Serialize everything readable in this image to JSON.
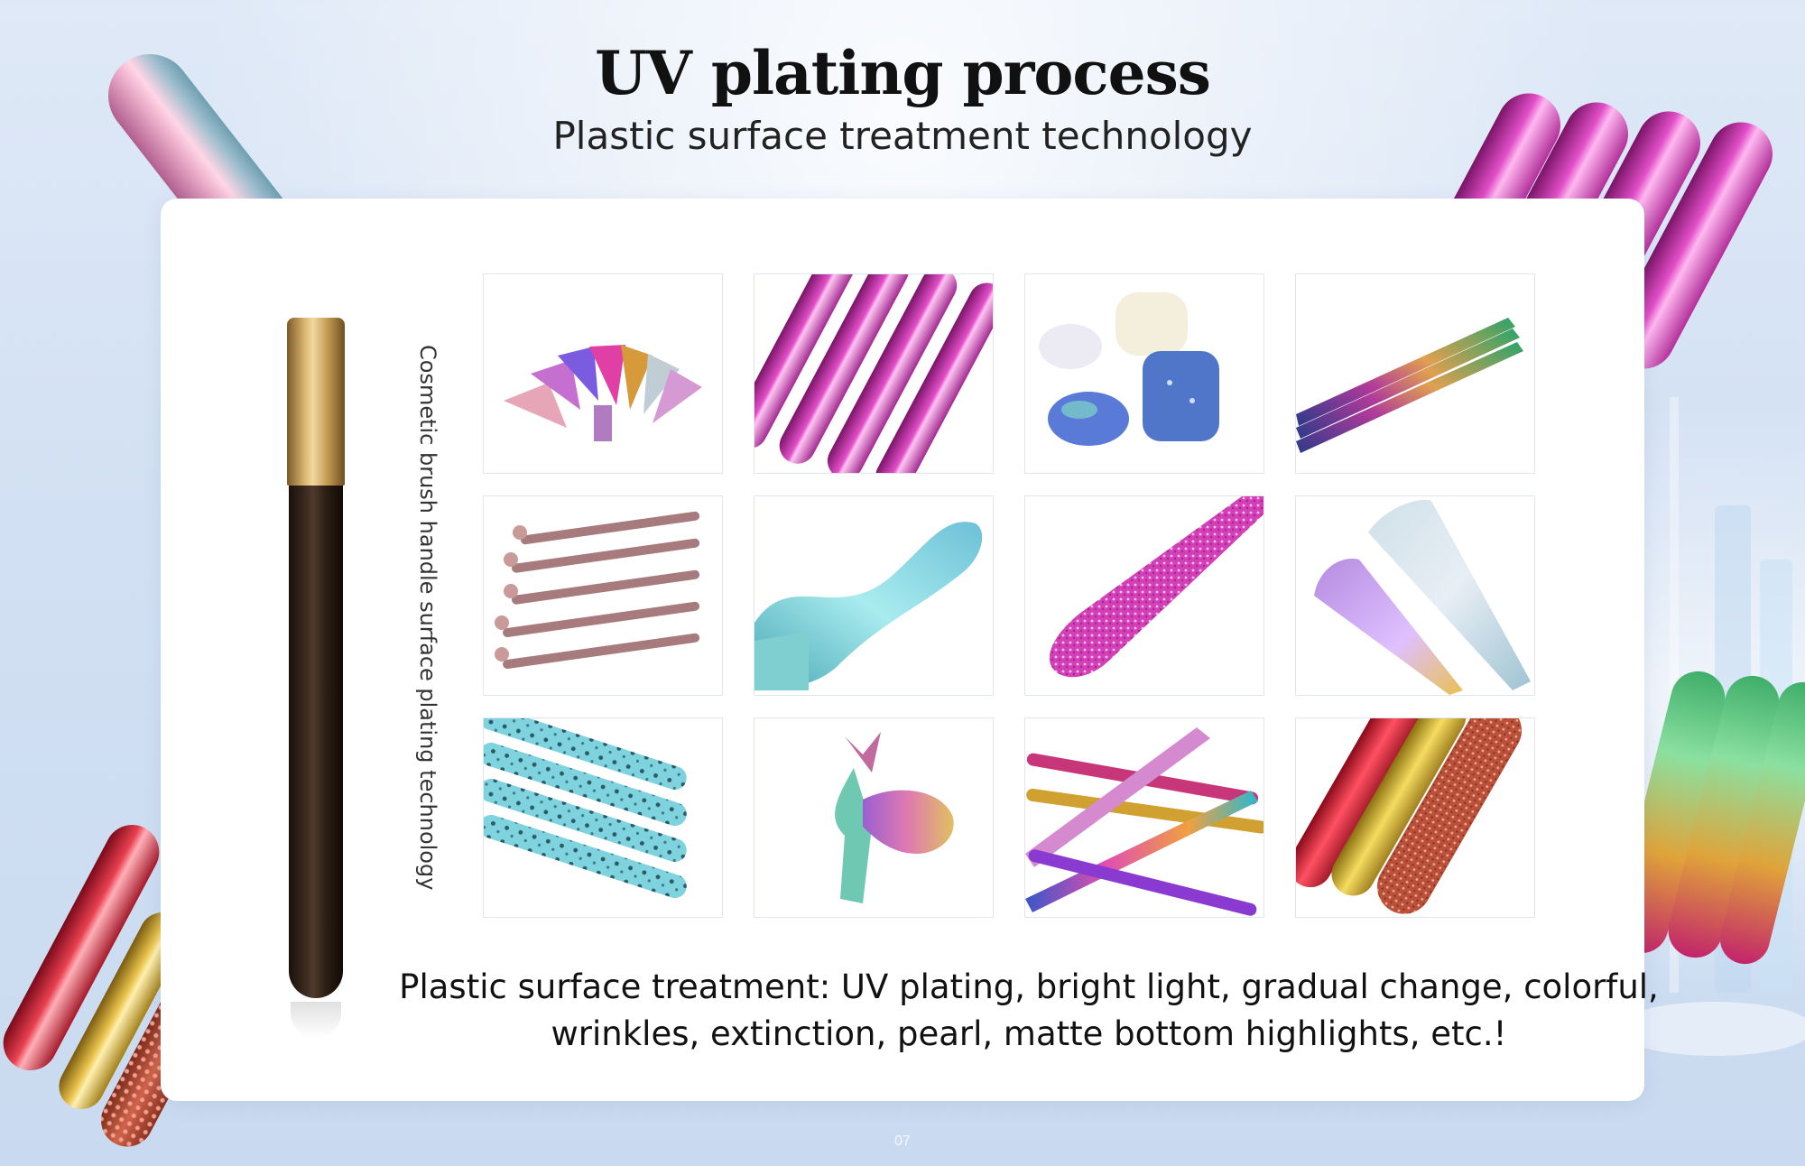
{
  "header": {
    "title": "UV plating process",
    "subtitle": "Plastic surface treatment technology"
  },
  "card": {
    "side_caption": "Cosmetic brush handle surface plating technology",
    "description_line1": "Plastic surface treatment: UV plating, bright light, gradual change, colorful,",
    "description_line2": "wrinkles, extinction, pearl, matte bottom highlights, etc.!"
  },
  "footer": {
    "page_number": "07"
  },
  "colors": {
    "background": "#d2e0f3",
    "card": "#ffffff",
    "title": "#111111",
    "pink_chrome": "#d23fb6",
    "teal_chrome": "#5fc9c9",
    "gold": "#d9b46e"
  },
  "gallery": {
    "tiles": [
      {
        "icon": "mermaid-brush-set-icon"
      },
      {
        "icon": "pink-chrome-handles-icon"
      },
      {
        "icon": "pearl-cases-icon"
      },
      {
        "icon": "gradient-handles-icon"
      },
      {
        "icon": "rose-gold-handles-icon"
      },
      {
        "icon": "teal-curved-handle-icon"
      },
      {
        "icon": "pink-glitter-handle-icon"
      },
      {
        "icon": "holographic-cones-icon"
      },
      {
        "icon": "blue-speckled-handles-icon"
      },
      {
        "icon": "mermaid-tail-brush-icon"
      },
      {
        "icon": "rainbow-chrome-sticks-icon"
      },
      {
        "icon": "glitter-gradient-handles-icon"
      }
    ]
  }
}
